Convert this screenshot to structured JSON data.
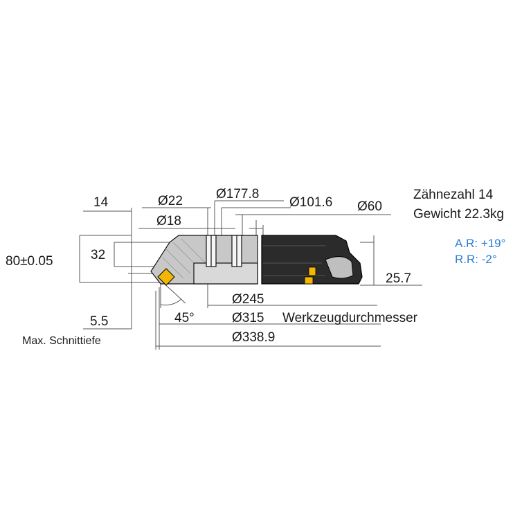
{
  "info": {
    "teeth": "Zähnezahl 14",
    "weight": "Gewicht 22.3kg",
    "ar": "A.R: +19°",
    "rr": "R.R: -2°"
  },
  "dimensions": {
    "d14": "14",
    "d22": "Ø22",
    "d18": "Ø18",
    "d177": "Ø177.8",
    "d101": "Ø101.6",
    "d60": "Ø60",
    "h80": "80±0.05",
    "h32": "32",
    "d257": "25.7",
    "d245": "Ø245",
    "angle45": "45°",
    "d315": "Ø315",
    "werkzeug": "Werkzeugdurchmesser",
    "d55": "5.5",
    "maxcut": "Max. Schnittiefe",
    "d3389": "Ø338.9"
  },
  "colors": {
    "insert": "#f2b705",
    "body_light": "#c8c8c8",
    "body_dark": "#2b2b2b",
    "accent_blue": "#2a7fd4"
  }
}
